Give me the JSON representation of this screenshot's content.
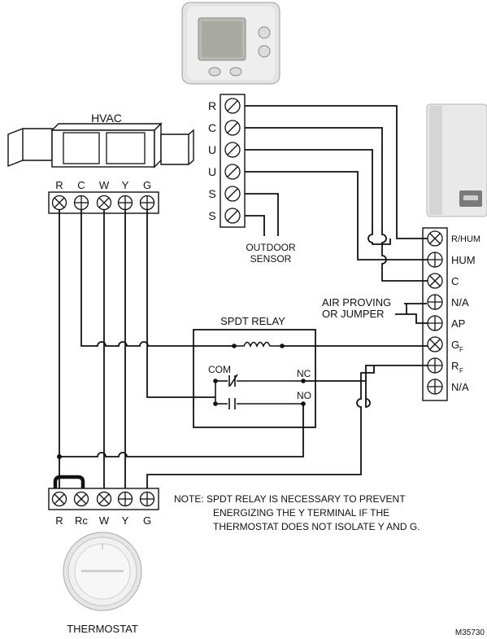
{
  "display_device": {
    "image": "thermostat-display-icon"
  },
  "hvac": {
    "title": "HVAC",
    "terminals": [
      "R",
      "C",
      "W",
      "Y",
      "G"
    ]
  },
  "display_terminals": [
    "R",
    "C",
    "U",
    "U",
    "S",
    "S"
  ],
  "outdoor_sensor": {
    "line1": "OUTDOOR",
    "line2": "SENSOR"
  },
  "equipment_module": {
    "image": "equipment-module-icon",
    "terminals": [
      {
        "label": "R/HUM",
        "sub": ""
      },
      {
        "label": "HUM",
        "sub": ""
      },
      {
        "label": "C",
        "sub": ""
      },
      {
        "label": "N/A",
        "sub": ""
      },
      {
        "label": "AP",
        "sub": ""
      },
      {
        "label": "G",
        "sub": "F"
      },
      {
        "label": "R",
        "sub": "F"
      },
      {
        "label": "N/A",
        "sub": ""
      }
    ]
  },
  "air_proving": {
    "line1": "AIR PROVING",
    "line2": "OR JUMPER"
  },
  "relay": {
    "title": "SPDT RELAY",
    "com": "COM",
    "nc": "NC",
    "no": "NO"
  },
  "thermostat": {
    "terminals": [
      "R",
      "Rc",
      "W",
      "Y",
      "G"
    ],
    "label": "THERMOSTAT",
    "image": "round-thermostat-icon"
  },
  "note": {
    "line1": "NOTE:  SPDT RELAY IS NECESSARY TO PREVENT",
    "line2": "ENERGIZING THE Y TERMINAL IF THE",
    "line3": "THERMOSTAT DOES NOT ISOLATE Y AND G."
  },
  "figure_code": "M35730"
}
